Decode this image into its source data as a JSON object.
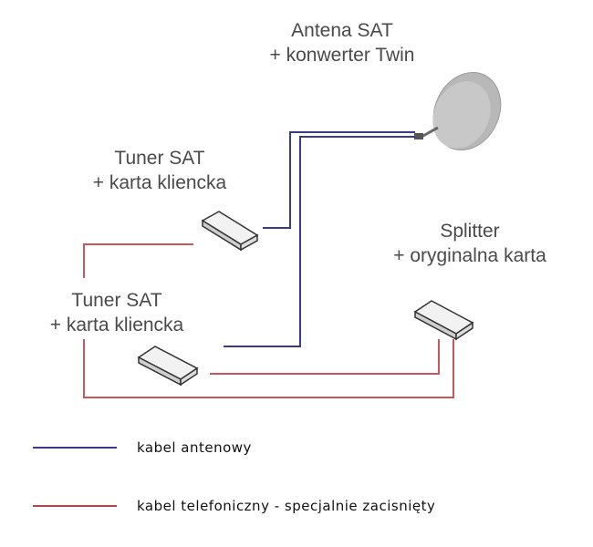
{
  "labels": {
    "antenna": [
      "Antena SAT",
      "+ konwerter Twin"
    ],
    "tuner1": [
      "Tuner SAT",
      "+ karta kliencka"
    ],
    "tuner2": [
      "Tuner SAT",
      "+ karta kliencka"
    ],
    "splitter": [
      "Splitter",
      "+ oryginalna karta"
    ]
  },
  "legend": [
    {
      "label": "kabel antenowy",
      "color": "#3a3a8c"
    },
    {
      "label": "kabel telefoniczny - specjalnie zacisnięty",
      "color": "#b2444c"
    }
  ],
  "colors": {
    "antenna_cable": "#3a3a8c",
    "phone_cable": "#c9565d",
    "device": "#e8e8e8",
    "dish": "#b8b8b8"
  }
}
